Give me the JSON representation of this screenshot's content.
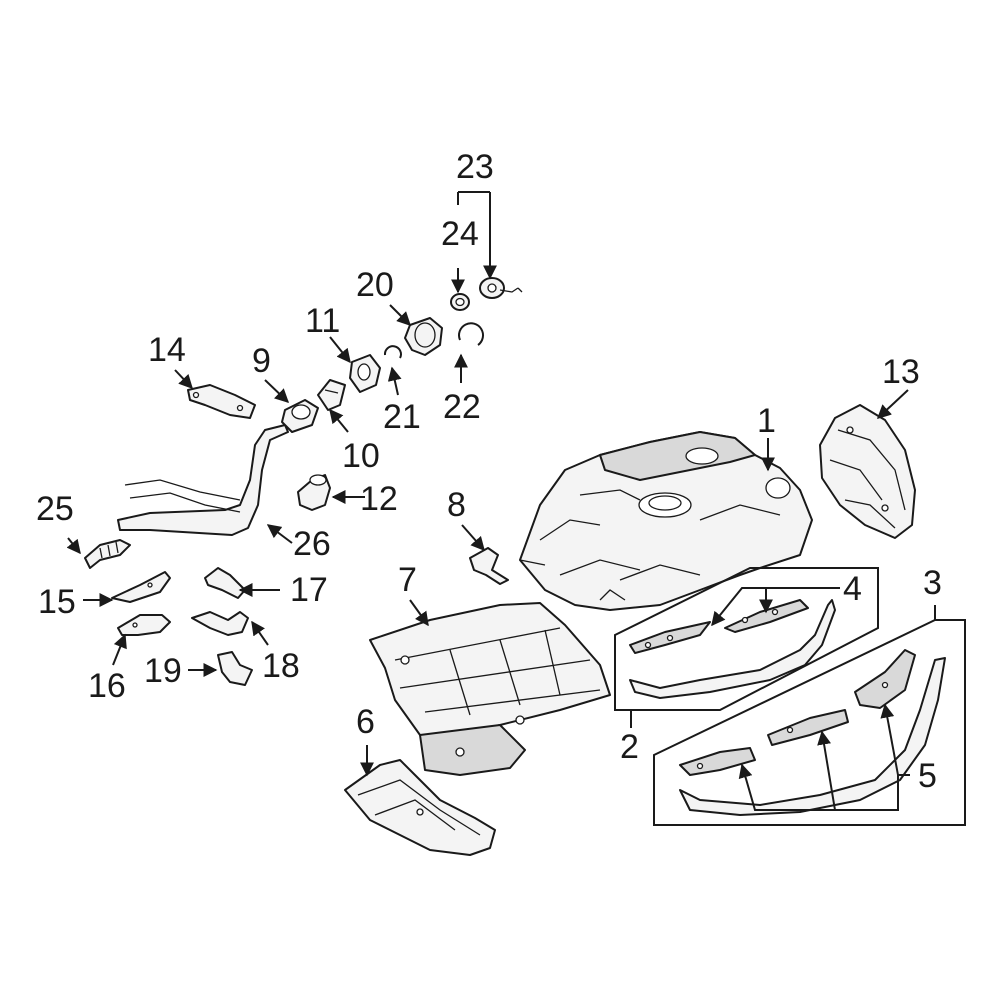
{
  "diagram": {
    "callouts": [
      "1",
      "2",
      "3",
      "4",
      "5",
      "6",
      "7",
      "8",
      "9",
      "10",
      "11",
      "12",
      "13",
      "14",
      "15",
      "16",
      "17",
      "18",
      "19",
      "20",
      "21",
      "22",
      "23",
      "24",
      "25",
      "26"
    ]
  }
}
